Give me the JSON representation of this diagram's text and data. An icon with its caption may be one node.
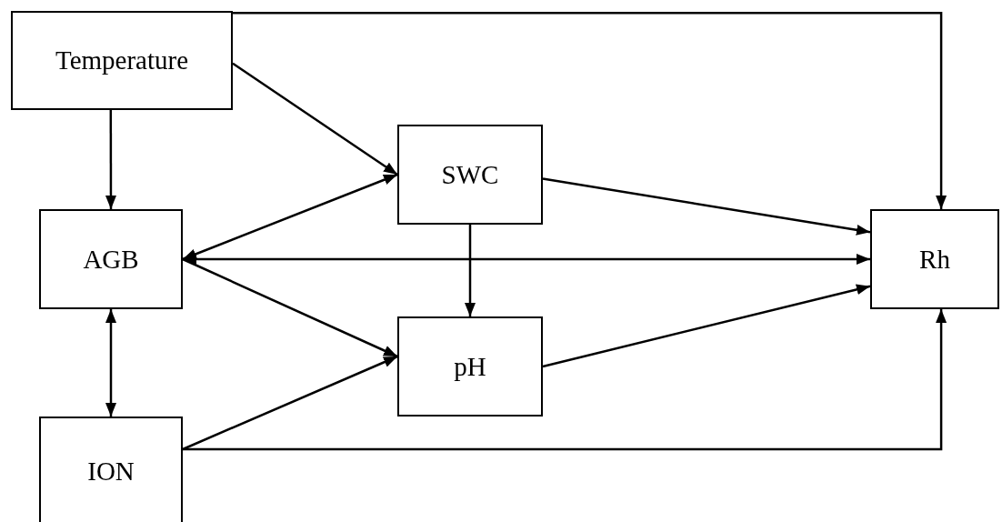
{
  "diagram": {
    "nodes": [
      {
        "text": [
          "Temperature"
        ]
      },
      {
        "text": [
          "SWC"
        ]
      },
      {
        "text": [
          "AGB"
        ]
      },
      {
        "text": [
          "Rh"
        ]
      },
      {
        "text": [
          "pH"
        ]
      },
      {
        "text": [
          "ION"
        ]
      }
    ],
    "edges": [
      {
        "from": 0,
        "to": 2,
        "arrow": "to"
      },
      {
        "from": 0,
        "to": 1,
        "arrow": "to"
      },
      {
        "from": 0,
        "to": 3,
        "arrow": "to"
      },
      {
        "from": 2,
        "to": 1,
        "arrow": "both"
      },
      {
        "from": 2,
        "to": 3,
        "arrow": "both"
      },
      {
        "from": 2,
        "to": 4,
        "arrow": "to"
      },
      {
        "from": 1,
        "to": 4,
        "arrow": "to"
      },
      {
        "from": 1,
        "to": 3,
        "arrow": "to"
      },
      {
        "from": 4,
        "to": 3,
        "arrow": "to"
      },
      {
        "from": 2,
        "to": 5,
        "arrow": "both"
      },
      {
        "from": 5,
        "to": 4,
        "arrow": "to"
      },
      {
        "from": 5,
        "to": 3,
        "arrow": "to"
      }
    ]
  }
}
